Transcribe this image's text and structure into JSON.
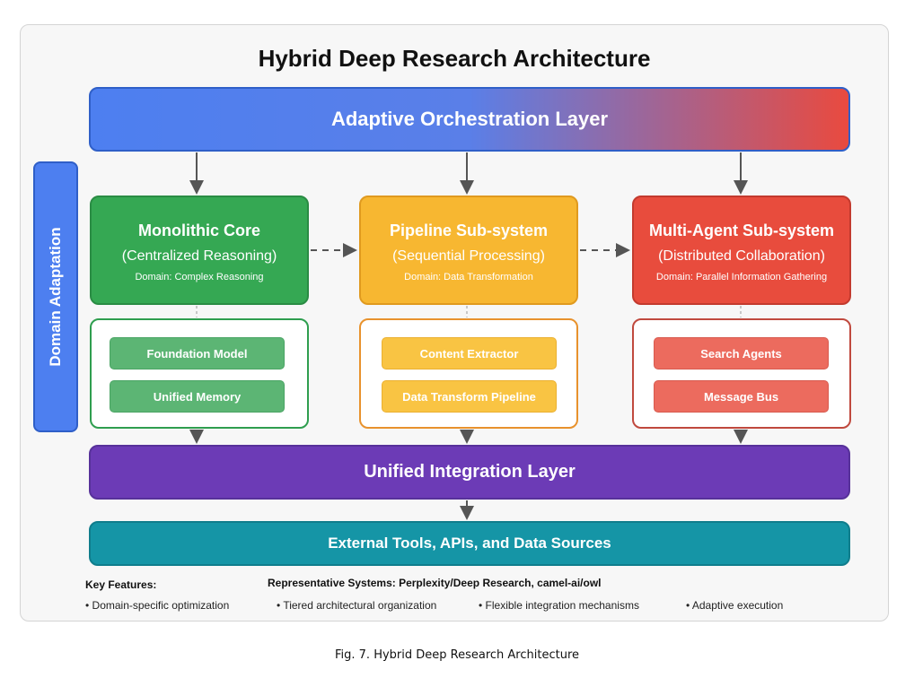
{
  "title": "Hybrid Deep Research Architecture",
  "orchestration_label": "Adaptive Orchestration Layer",
  "domain_label": "Domain Adaptation",
  "subsystems": [
    {
      "title": "Monolithic Core",
      "subtitle": "(Centralized Reasoning)",
      "domain": "Domain: Complex Reasoning",
      "components": [
        "Foundation Model",
        "Unified Memory"
      ],
      "color": "#35a853"
    },
    {
      "title": "Pipeline Sub-system",
      "subtitle": "(Sequential Processing)",
      "domain": "Domain: Data Transformation",
      "components": [
        "Content Extractor",
        "Data Transform Pipeline"
      ],
      "color": "#f7b731"
    },
    {
      "title": "Multi-Agent Sub-system",
      "subtitle": "(Distributed Collaboration)",
      "domain": "Domain: Parallel Information Gathering",
      "components": [
        "Search Agents",
        "Message Bus"
      ],
      "color": "#e84c3d"
    }
  ],
  "integration_label": "Unified Integration Layer",
  "external_label": "External Tools, APIs, and Data Sources",
  "key_features_title": "Key Features:",
  "representative_systems": "Representative Systems: Perplexity/Deep Research, camel-ai/owl",
  "features": [
    "• Domain-specific optimization",
    "• Tiered architectural organization",
    "• Flexible integration mechanisms",
    "• Adaptive execution"
  ],
  "caption": "Fig. 7. Hybrid Deep Research Architecture"
}
